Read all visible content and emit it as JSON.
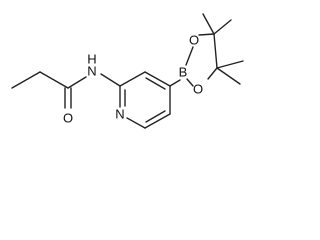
{
  "structure": {
    "atoms": {
      "nh": "N",
      "nh_h": "H",
      "carbonyl_o": "O",
      "ring_n": "N",
      "boron": "B",
      "ring_o_upper": "O",
      "ring_o_lower": "O"
    }
  },
  "colors": {
    "bond": "#222222",
    "text": "#111111",
    "background": "#ffffff"
  }
}
